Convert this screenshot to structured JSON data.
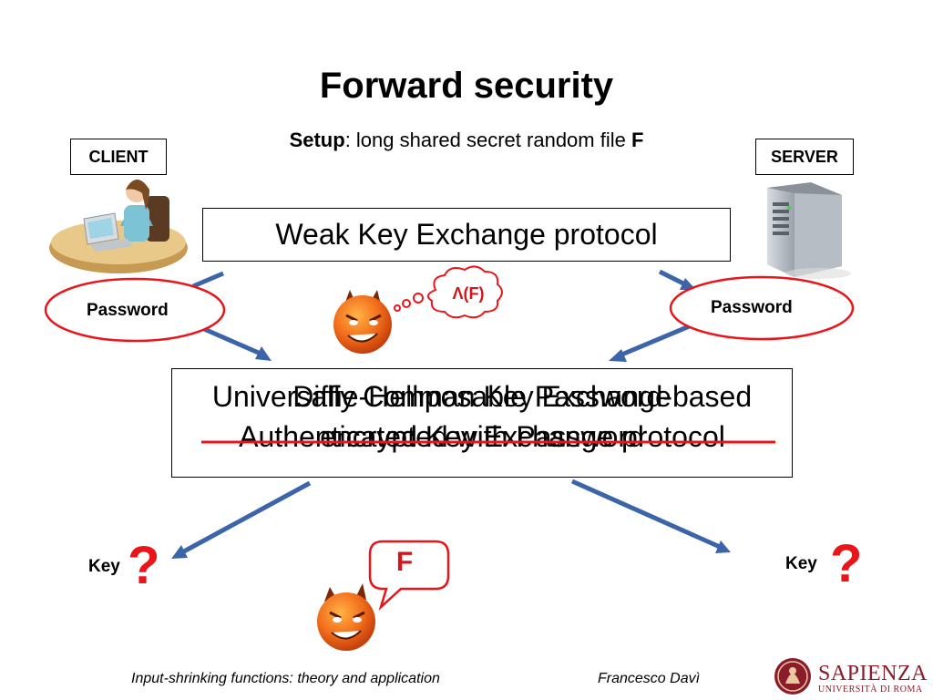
{
  "slide": {
    "title": "Forward security",
    "setup_label": "Setup",
    "setup_text": ": long shared secret random file ",
    "setup_file": "F"
  },
  "parties": {
    "client_label": "CLIENT",
    "server_label": "SERVER"
  },
  "protocols": {
    "weak": "Weak Key Exchange protocol",
    "uc_line1": "Universally Composable Password-based",
    "uc_line2": "Authenticated Key Exchange protocol",
    "dh_line1": "Diffie-Hellman Key Exchange",
    "dh_line2": "encrypted with Password"
  },
  "labels": {
    "password_left": "Password",
    "password_right": "Password",
    "key_left": "Key",
    "key_right": "Key",
    "question": "?"
  },
  "adversary": {
    "leak_small": "Λ(F)",
    "leak_big": "F"
  },
  "footer": {
    "title": "Input-shrinking functions: theory and application",
    "author": "Francesco Davì",
    "logo_name": "SAPIENZA",
    "logo_sub": "UNIVERSITÀ DI ROMA"
  },
  "colors": {
    "ellipse_red": "#e8161b",
    "arrow_blue": "#3c64a8",
    "devil_orange": "#f26d1b"
  }
}
